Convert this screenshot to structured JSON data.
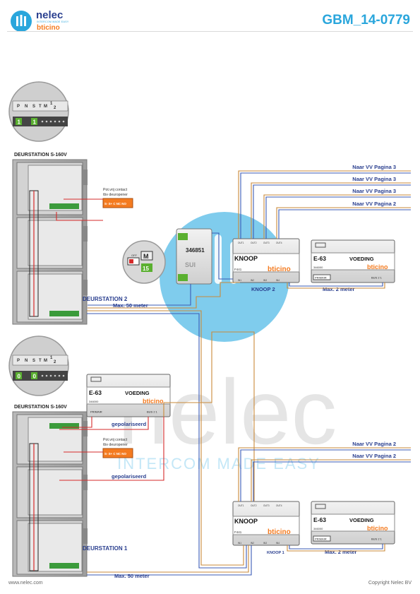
{
  "header": {
    "brand_name": "nelec",
    "brand_tagline": "INTERCOM MADE EASY",
    "brand_sub": "bticino",
    "doc_code": "GBM_14-0779"
  },
  "watermark": {
    "word": "nelec",
    "tagline": "INTERCOM MADE EASY"
  },
  "terminals": [
    "P",
    "N",
    "S",
    "T",
    "M",
    "1",
    "2"
  ],
  "door1": {
    "title": "DEURSTATION S-160V",
    "label": "DEURSTATION 2",
    "contact_1": "Pot.vrij contact",
    "contact_2": "tbv deuropener",
    "contact_pins": "S- S+ C NC NO",
    "dip_a": "1",
    "dip_b": "1"
  },
  "door2": {
    "title": "DEURSTATION S-160V",
    "label": "DEURSTATION 1",
    "contact_1": "Pot.vrij contact",
    "contact_2": "tbv deuropener",
    "contact_pins": "S- S+ C NC NO",
    "polar_1": "gepolariseerd",
    "polar_2": "gepolariseerd",
    "dip_a": "0",
    "dip_b": "0"
  },
  "module_346851": {
    "code": "346851",
    "mode": "M",
    "switch": "OFF",
    "number": "15",
    "tag": "SUI"
  },
  "knoop_top": {
    "name": "KNOOP",
    "model": "F441",
    "brand": "bticino",
    "caption": "KNOOP 2",
    "inputs": [
      "IN1",
      "IN2",
      "IN3",
      "IN4"
    ],
    "outputs": [
      "OUT1",
      "OUT2",
      "OUT3",
      "OUT4"
    ]
  },
  "knoop_bottom": {
    "name": "KNOOP",
    "model": "F441",
    "brand": "bticino",
    "caption": "KNOOP 1",
    "inputs": [
      "IN1",
      "IN2",
      "IN3",
      "IN4"
    ],
    "outputs": [
      "OUT1",
      "OUT2",
      "OUT3",
      "OUT4"
    ]
  },
  "psu_top": {
    "model": "E-63",
    "name": "VOEDING",
    "code": "346000",
    "brand": "bticino",
    "primair": "PRIMAIR",
    "bus": "BUS 2 1"
  },
  "psu_mid": {
    "model": "E-63",
    "name": "VOEDING",
    "code": "346000",
    "brand": "bticino",
    "primair": "PRIMAIR",
    "bus": "BUS 2 1"
  },
  "psu_bottom": {
    "model": "E-63",
    "name": "VOEDING",
    "code": "346000",
    "brand": "bticino",
    "primair": "PRIMAIR",
    "bus": "BUS 2 1"
  },
  "routes_top": [
    "Naar VV Pagina 3",
    "Naar VV Pagina 3",
    "Naar VV Pagina 3",
    "Naar VV Pagina 2"
  ],
  "routes_bottom": [
    "Naar VV Pagina 2",
    "Naar VV Pagina 2"
  ],
  "distance_top": "Max. 50 meter",
  "distance_bottom": "Max. 50 meter",
  "distance_psu_top": "Max. 2 meter",
  "distance_psu_bottom": "Max. 2 meter",
  "footer": {
    "url": "www.nelec.com",
    "copyright": "Copyright Nelec BV"
  },
  "colors": {
    "accent": "#2aa6dc",
    "label_blue": "#2a3f8f",
    "wire_red": "#d62b2b",
    "wire_orange": "#c98a3a",
    "wire_blue": "#3b5bb5"
  }
}
